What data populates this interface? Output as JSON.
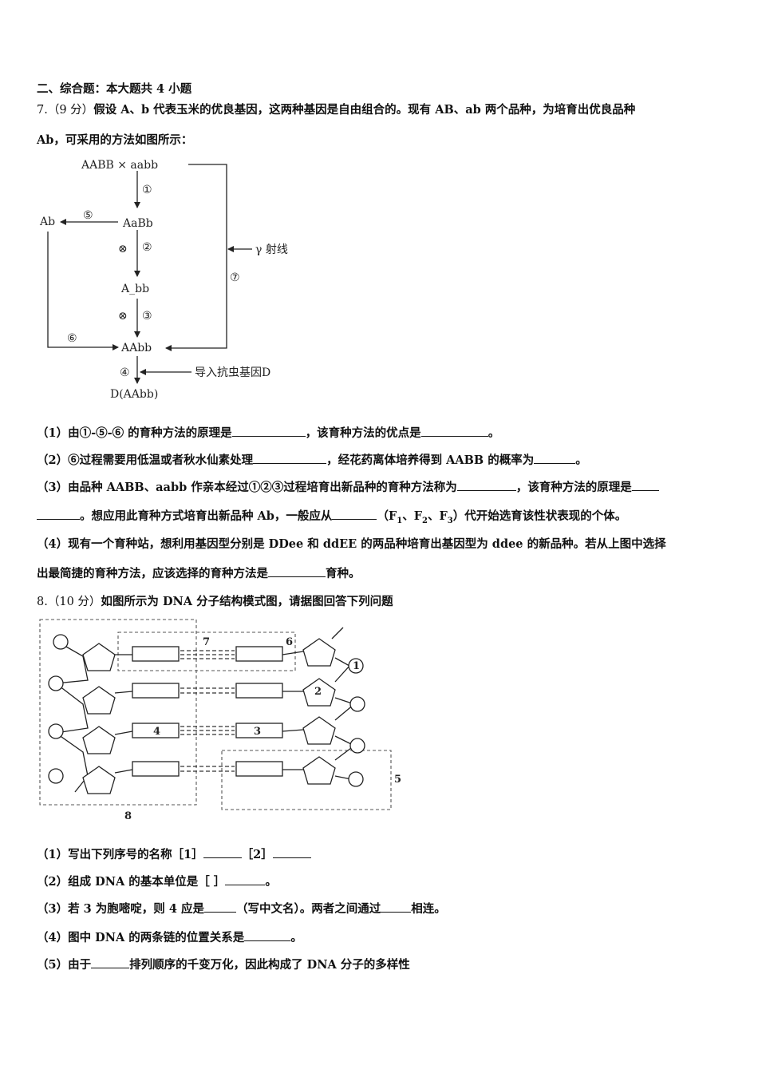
{
  "section_title": "二、综合题：本大题共 4 小题",
  "q7": {
    "number": "7.",
    "points": "（9 分）",
    "stem_line1": "假设 A、b 代表玉米的优良基因，这两种基因是自由组合的。现有 AB、ab 两个品种，为培育出优良品种",
    "stem_line2": "Ab，可采用的方法如图所示：",
    "diagram": {
      "parents": "AABB × aabb",
      "f1": "AaBb",
      "abb": "A_bb",
      "aabb_target": "AAbb",
      "ab_left": "Ab",
      "d_product": "D(AAbb)",
      "gamma": "γ 射线",
      "import_gene": "导入抗虫基因D",
      "step1": "①",
      "step2": "②",
      "step3": "③",
      "step4": "④",
      "step5": "⑤",
      "step6": "⑥",
      "step7": "⑦",
      "selfing": "⊗"
    },
    "s1_a": "（1）由①-⑤-⑥ 的育种方法的原理是",
    "s1_b": "，该育种方法的优点是",
    "s1_c": "。",
    "s2_a": "（2）⑥过程需要用低温或者秋水仙素处理",
    "s2_b": "，经花药离体培养得到 AABB 的概率为",
    "s2_c": "。",
    "s3_a": "（3）由品种 AABB、aabb 作亲本经过①②③过程培育出新品种的育种方法称为",
    "s3_b": "，该育种方法的原理是",
    "s3_c": "。想应用此育种方式培育出新品种 Ab，一般应从",
    "s3_d": "（F",
    "s3_sub1": "1",
    "s3_e": "、F",
    "s3_sub2": "2",
    "s3_f": "、F",
    "s3_sub3": "3",
    "s3_g": "）代开始选育该性状表现的个体。",
    "s4_line1": "（4）现有一个育种站，想利用基因型分别是 DDee 和 ddEE 的两品种培育出基因型为 ddee 的新品种。若从上图中选择",
    "s4_a": "出最简捷的育种方法，应该选择的育种方法是",
    "s4_b": "育种。"
  },
  "q8": {
    "number": "8.",
    "points": "（10 分）",
    "stem": "如图所示为 DNA 分子结构模式图，请据图回答下列问题",
    "diagram": {
      "label1": "1",
      "label2": "2",
      "label3": "3",
      "label4": "4",
      "label5": "5",
      "label6": "6",
      "label7": "7",
      "label8": "8"
    },
    "s1_a": "（1）写出下列序号的名称［1］",
    "s1_b": "［2］",
    "s2_a": "（2）组成 DNA 的基本单位是［ ］",
    "s2_b": "。",
    "s3_a": "（3）若 3 为胞嘧啶，则 4 应是",
    "s3_b": "（写中文名）。两者之间通过",
    "s3_c": "相连。",
    "s4_a": "（4）图中 DNA 的两条链的位置关系是",
    "s4_b": "。",
    "s5_a": "（5）由于",
    "s5_b": "排列顺序的千变万化，因此构成了 DNA 分子的多样性"
  }
}
